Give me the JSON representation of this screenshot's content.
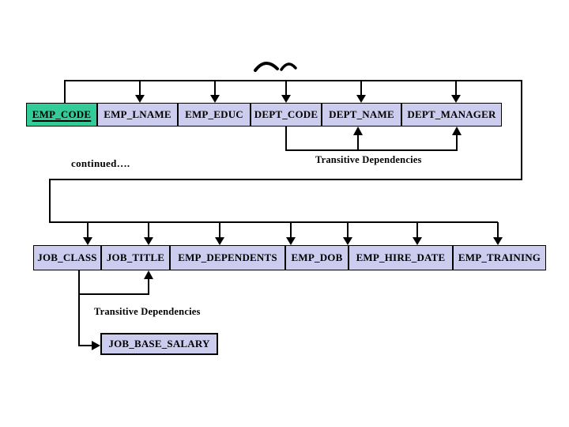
{
  "diagram": {
    "colors": {
      "key_fill": "#33cc99",
      "attribute_fill": "#ccccee",
      "line": "#000000",
      "background": "#ffffff"
    },
    "labels": {
      "continued": "continued….",
      "transitive_top": "Transitive Dependencies",
      "transitive_bottom": "Transitive Dependencies"
    },
    "row1": {
      "fields": [
        {
          "label": "EMP_CODE",
          "role": "primary-key"
        },
        {
          "label": "EMP_LNAME"
        },
        {
          "label": "EMP_EDUC"
        },
        {
          "label": "DEPT_CODE"
        },
        {
          "label": "DEPT_NAME"
        },
        {
          "label": "DEPT_MANAGER"
        }
      ]
    },
    "row2": {
      "fields": [
        {
          "label": "JOB_CLASS"
        },
        {
          "label": "JOB_TITLE"
        },
        {
          "label": "EMP_DEPENDENTS"
        },
        {
          "label": "EMP_DOB"
        },
        {
          "label": "EMP_HIRE_DATE"
        },
        {
          "label": "EMP_TRAINING"
        }
      ]
    },
    "salary_box": {
      "label": "JOB_BASE_SALARY"
    }
  }
}
